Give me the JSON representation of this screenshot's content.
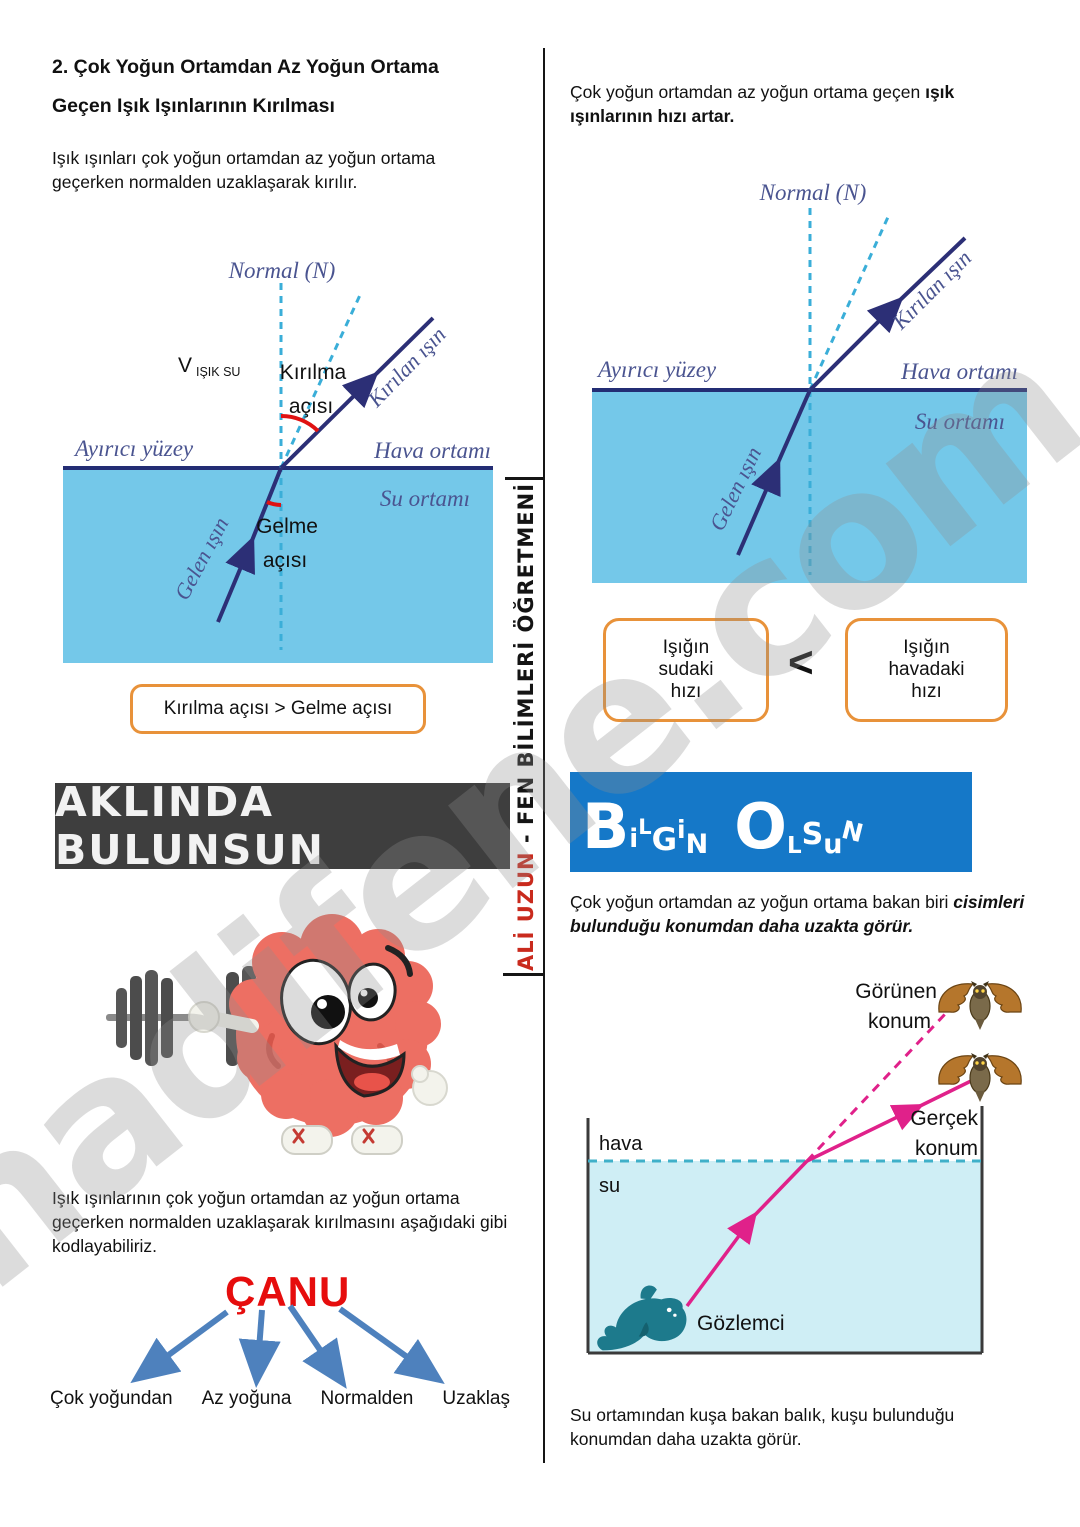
{
  "watermark": "hadifene.com",
  "divider": {
    "credit_name": "ALİ UZUN",
    "credit_rest": " - FEN BİLİMLERİ ÖĞRETMENİ"
  },
  "left": {
    "heading1": "2. Çok Yoğun Ortamdan Az Yoğun Ortama",
    "heading2": "Geçen Işık Işınlarının Kırılması",
    "intro": "Işık ışınları çok yoğun ortamdan az yoğun ortama geçerken normalden uzaklaşarak kırılır.",
    "diagram": {
      "normal": "Normal (N)",
      "speed_symbol": "V",
      "speed_sub": "IŞIK SU",
      "refr_angle1": "Kırılma",
      "refr_angle2": "açısı",
      "refracted_ray": "Kırılan ışın",
      "surface": "Ayırıcı yüzey",
      "air": "Hava ortamı",
      "water": "Su ortamı",
      "inc_angle1": "Gelme",
      "inc_angle2": "açısı",
      "incident_ray": "Gelen ışın"
    },
    "rule": "Kırılma açısı > Gelme açısı",
    "banner": "AKLINDA BULUNSUN",
    "code_intro": "Işık ışınlarının çok yoğun ortamdan az yoğun ortama geçerken normalden uzaklaşarak kırılmasını aşağıdaki gibi kodlayabiliriz.",
    "mnemonic": "ÇANU",
    "words": [
      "Çok yoğundan",
      "Az yoğuna",
      "Normalden",
      "Uzaklaş"
    ]
  },
  "right": {
    "intro_plain": "Çok yoğun ortamdan az yoğun ortama geçen ",
    "intro_bold": "ışık ışınlarının hızı artar.",
    "diagram": {
      "normal": "Normal (N)",
      "refracted_ray": "Kırılan ışın",
      "surface": "Ayırıcı yüzey",
      "air": "Hava ortamı",
      "water": "Su ortamı",
      "incident_ray": "Gelen ışın"
    },
    "speed_left": {
      "l1": "Işığın",
      "l2": "sudaki",
      "l3": "hızı"
    },
    "compare": "<",
    "speed_right": {
      "l1": "Işığın",
      "l2": "havadaki",
      "l3": "hızı"
    },
    "banner_letters": [
      "B",
      "i",
      "L",
      "G",
      "i",
      "N",
      "O",
      "L",
      "S",
      "u",
      "N"
    ],
    "note_plain": "Çok yoğun ortamdan az yoğun ortama bakan biri ",
    "note_bold": "cisimleri bulunduğu konumdan daha uzakta görür.",
    "diagram3": {
      "apparent1": "Görünen",
      "apparent2": "konum",
      "real1": "Gerçek",
      "real2": "konum",
      "air": "hava",
      "water": "su",
      "observer": "Gözlemci"
    },
    "outro": "Su ortamından kuşa bakan balık, kuşu bulunduğu konumdan daha uzakta görür."
  }
}
